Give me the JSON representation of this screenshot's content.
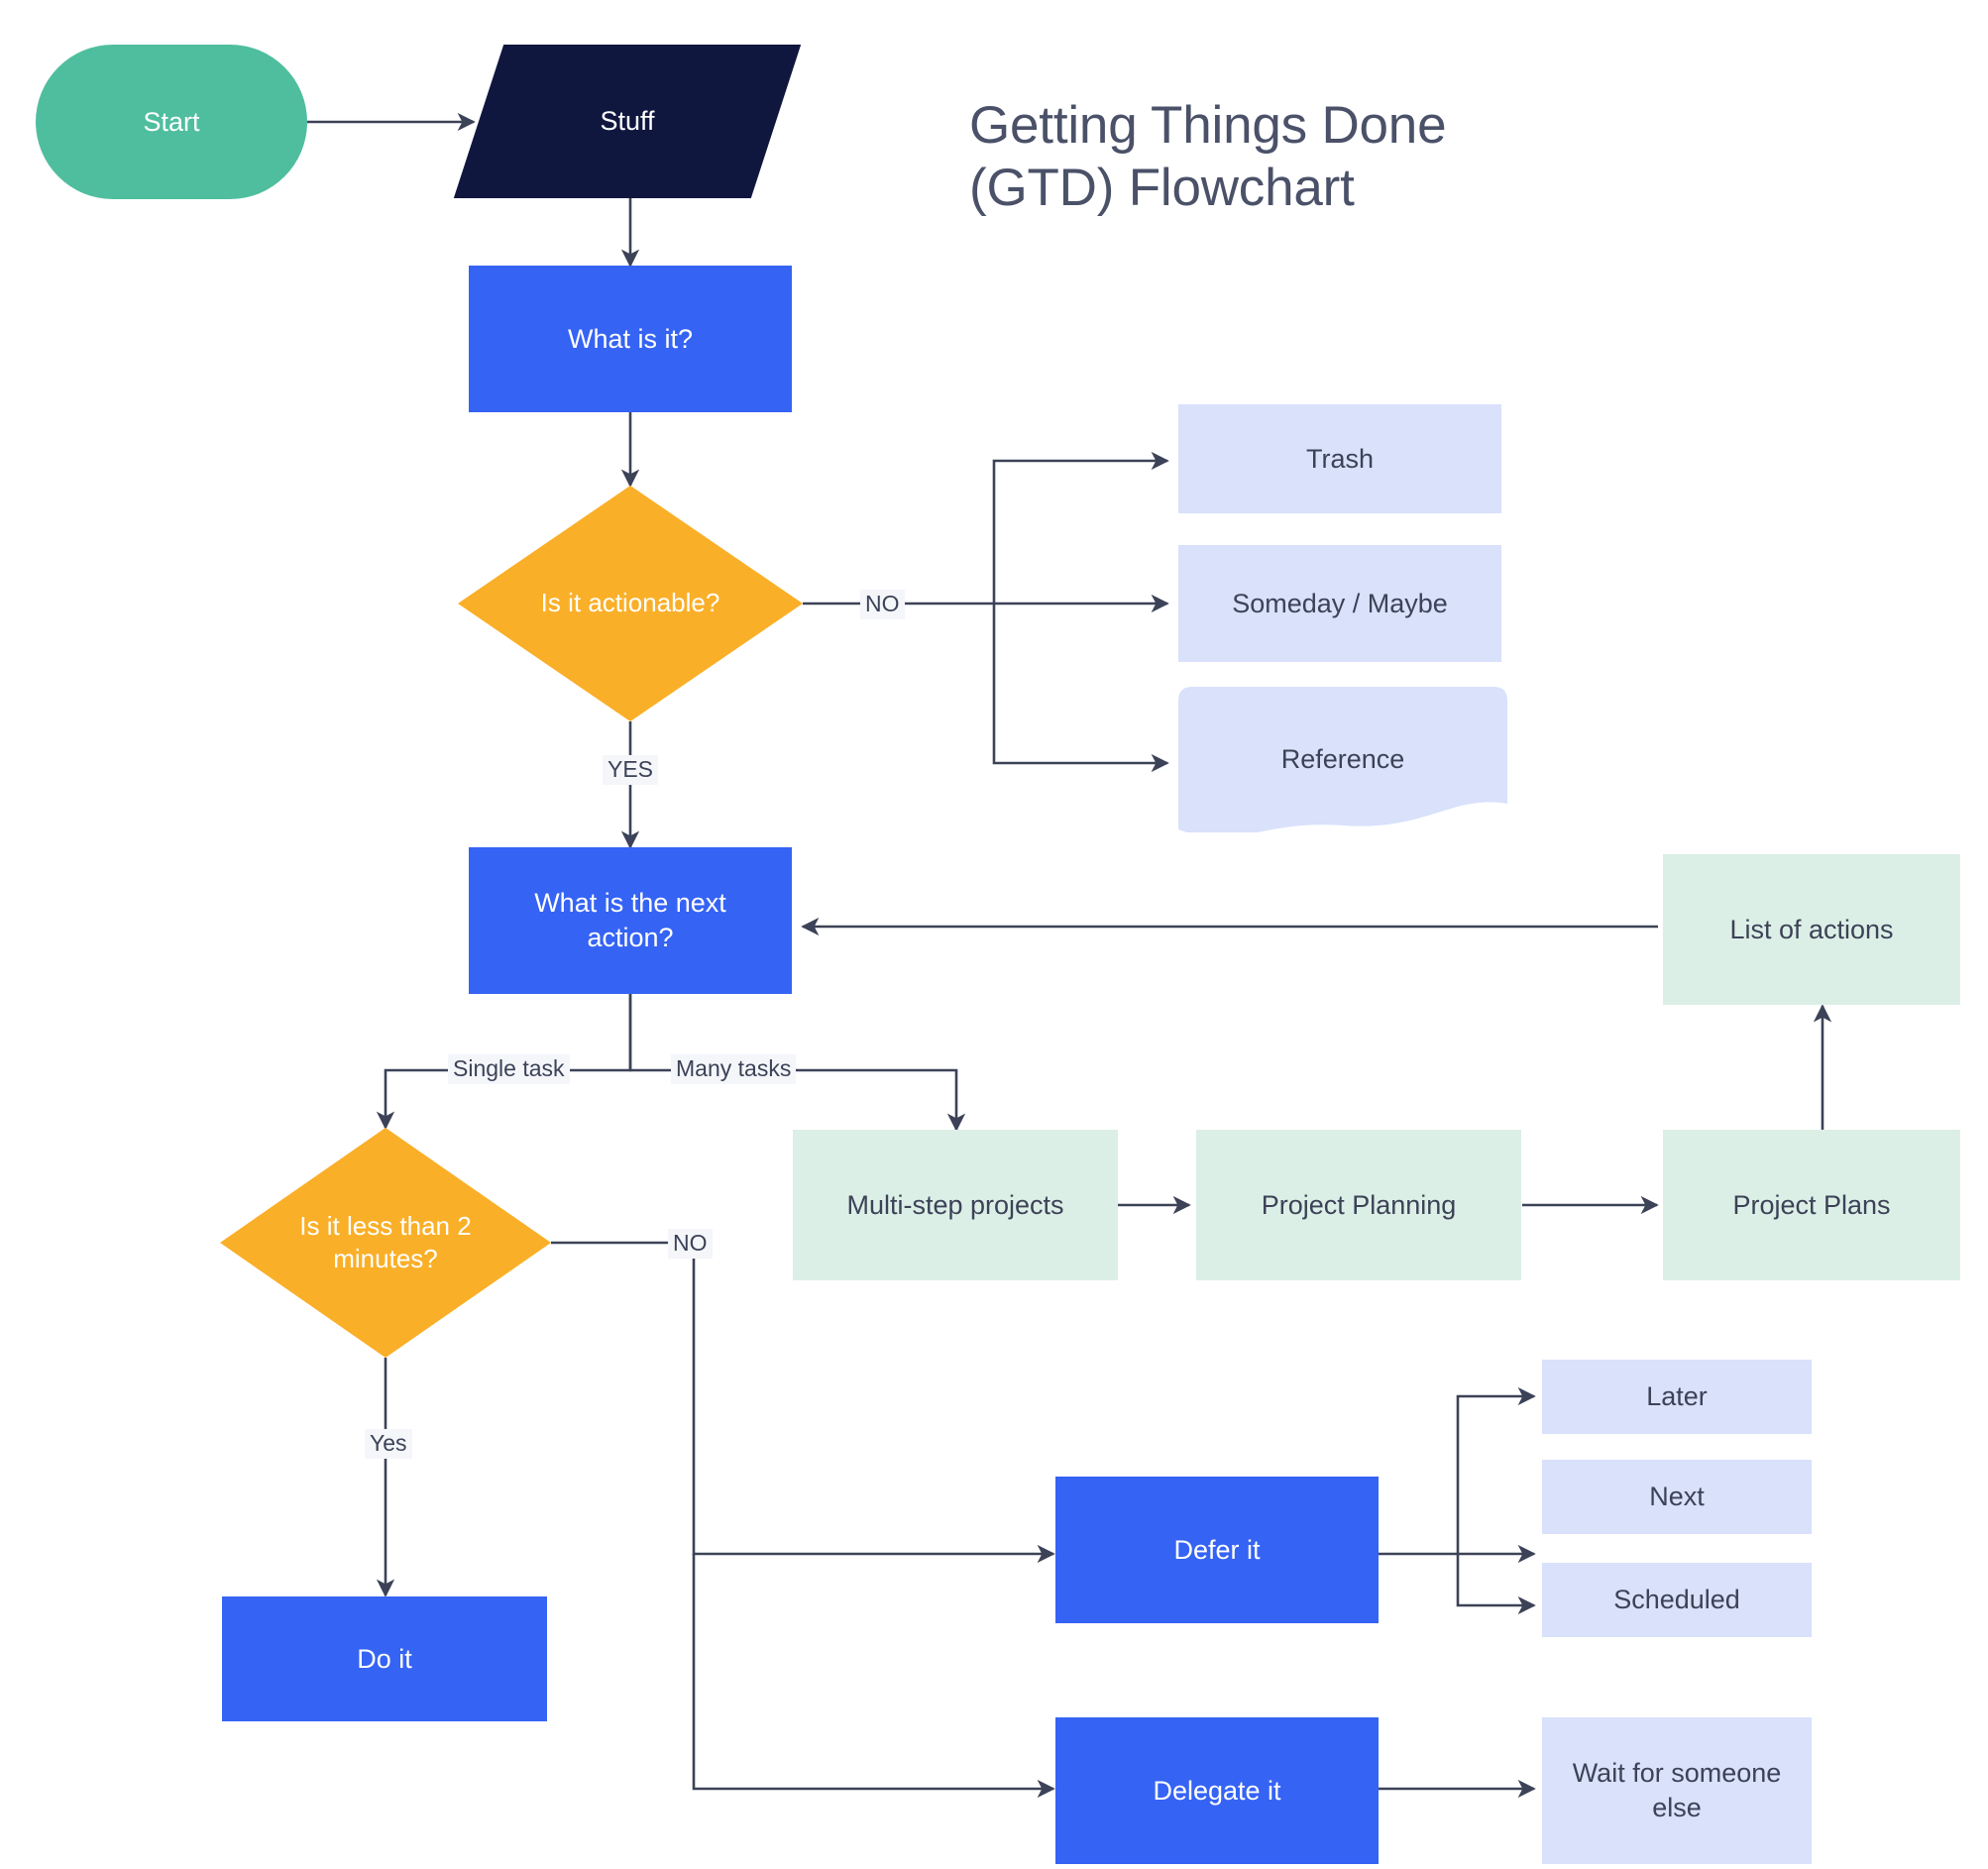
{
  "title": "Getting Things Done\n(GTD) Flowchart",
  "palette": {
    "background": "#ffffff",
    "start_green": "#4FBE9F",
    "stuff_navy": "#10173F",
    "process_blue": "#3563F4",
    "decision_orange": "#FAAF28",
    "light_blue": "#D9E1FB",
    "light_green": "#DCEFE6",
    "edge_stroke": "#3C4257",
    "title_text": "#4A5168",
    "label_bg": "#F4F6FA"
  },
  "chart_data": {
    "type": "diagram",
    "title": "Getting Things Done (GTD) Flowchart",
    "nodes": [
      {
        "id": "start",
        "label": "Start",
        "shape": "terminator",
        "color": "#4FBE9F"
      },
      {
        "id": "stuff",
        "label": "Stuff",
        "shape": "parallelogram",
        "color": "#10173F"
      },
      {
        "id": "what_is_it",
        "label": "What is it?",
        "shape": "process",
        "color": "#3563F4"
      },
      {
        "id": "actionable",
        "label": "Is it actionable?",
        "shape": "decision",
        "color": "#FAAF28"
      },
      {
        "id": "trash",
        "label": "Trash",
        "shape": "process",
        "color": "#D9E1FB"
      },
      {
        "id": "someday",
        "label": "Someday / Maybe",
        "shape": "process",
        "color": "#D9E1FB"
      },
      {
        "id": "reference",
        "label": "Reference",
        "shape": "document",
        "color": "#D9E1FB"
      },
      {
        "id": "next_action",
        "label": "What is the next action?",
        "shape": "process",
        "color": "#3563F4"
      },
      {
        "id": "two_minutes",
        "label": "Is it less than 2 minutes?",
        "shape": "decision",
        "color": "#FAAF28"
      },
      {
        "id": "multi_step",
        "label": "Multi-step projects",
        "shape": "process",
        "color": "#DCEFE6"
      },
      {
        "id": "planning",
        "label": "Project Planning",
        "shape": "process",
        "color": "#DCEFE6"
      },
      {
        "id": "project_plans",
        "label": "Project Plans",
        "shape": "process",
        "color": "#DCEFE6"
      },
      {
        "id": "list_actions",
        "label": "List of actions",
        "shape": "process",
        "color": "#DCEFE6"
      },
      {
        "id": "do_it",
        "label": "Do it",
        "shape": "process",
        "color": "#3563F4"
      },
      {
        "id": "defer_it",
        "label": "Defer it",
        "shape": "process",
        "color": "#3563F4"
      },
      {
        "id": "delegate_it",
        "label": "Delegate it",
        "shape": "process",
        "color": "#3563F4"
      },
      {
        "id": "later",
        "label": "Later",
        "shape": "process",
        "color": "#D9E1FB"
      },
      {
        "id": "next",
        "label": "Next",
        "shape": "process",
        "color": "#D9E1FB"
      },
      {
        "id": "scheduled",
        "label": "Scheduled",
        "shape": "process",
        "color": "#D9E1FB"
      },
      {
        "id": "wait",
        "label": "Wait for someone else",
        "shape": "process",
        "color": "#D9E1FB"
      }
    ],
    "edges": [
      {
        "from": "start",
        "to": "stuff",
        "label": ""
      },
      {
        "from": "stuff",
        "to": "what_is_it",
        "label": ""
      },
      {
        "from": "what_is_it",
        "to": "actionable",
        "label": ""
      },
      {
        "from": "actionable",
        "to": "trash",
        "label": "NO"
      },
      {
        "from": "actionable",
        "to": "someday",
        "label": "NO"
      },
      {
        "from": "actionable",
        "to": "reference",
        "label": "NO"
      },
      {
        "from": "actionable",
        "to": "next_action",
        "label": "YES"
      },
      {
        "from": "next_action",
        "to": "two_minutes",
        "label": "Single task"
      },
      {
        "from": "next_action",
        "to": "multi_step",
        "label": "Many tasks"
      },
      {
        "from": "multi_step",
        "to": "planning",
        "label": ""
      },
      {
        "from": "planning",
        "to": "project_plans",
        "label": ""
      },
      {
        "from": "project_plans",
        "to": "list_actions",
        "label": ""
      },
      {
        "from": "list_actions",
        "to": "next_action",
        "label": ""
      },
      {
        "from": "two_minutes",
        "to": "do_it",
        "label": "Yes"
      },
      {
        "from": "two_minutes",
        "to": "defer_it",
        "label": "NO"
      },
      {
        "from": "two_minutes",
        "to": "delegate_it",
        "label": "NO"
      },
      {
        "from": "defer_it",
        "to": "later",
        "label": ""
      },
      {
        "from": "defer_it",
        "to": "next",
        "label": ""
      },
      {
        "from": "defer_it",
        "to": "scheduled",
        "label": ""
      },
      {
        "from": "delegate_it",
        "to": "wait",
        "label": ""
      }
    ],
    "edge_labels": [
      "NO",
      "YES",
      "Single task",
      "Many tasks",
      "Yes",
      "NO"
    ]
  },
  "nodes": {
    "start": {
      "label": "Start"
    },
    "stuff": {
      "label": "Stuff"
    },
    "what_is_it": {
      "label": "What is it?"
    },
    "actionable": {
      "label": "Is it actionable?"
    },
    "trash": {
      "label": "Trash"
    },
    "someday": {
      "label": "Someday / Maybe"
    },
    "reference": {
      "label": "Reference"
    },
    "next_action": {
      "label": "What is the next action?"
    },
    "two_minutes": {
      "label": "Is it less than 2 minutes?"
    },
    "multi_step": {
      "label": "Multi-step projects"
    },
    "planning": {
      "label": "Project Planning"
    },
    "project_plans": {
      "label": "Project Plans"
    },
    "list_actions": {
      "label": "List of actions"
    },
    "do_it": {
      "label": "Do it"
    },
    "defer_it": {
      "label": "Defer it"
    },
    "delegate_it": {
      "label": "Delegate it"
    },
    "later": {
      "label": "Later"
    },
    "next": {
      "label": "Next"
    },
    "scheduled": {
      "label": "Scheduled"
    },
    "wait": {
      "label": "Wait for someone else"
    }
  },
  "labels": {
    "no_actionable": "NO",
    "yes_actionable": "YES",
    "single_task": "Single task",
    "many_tasks": "Many tasks",
    "yes_two_min": "Yes",
    "no_two_min": "NO"
  }
}
